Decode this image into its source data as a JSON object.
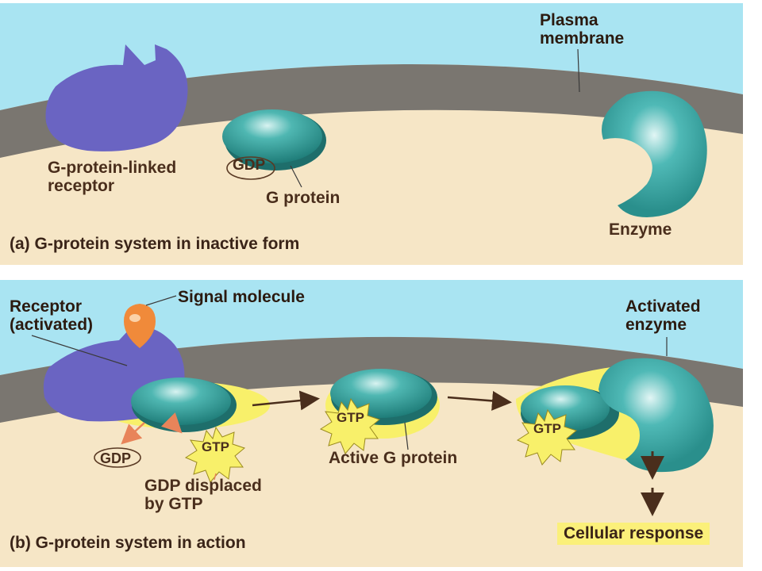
{
  "panel_a": {
    "plasma_membrane": "Plasma\nmembrane",
    "receptor": "G-protein-linked\nreceptor",
    "gdp": "GDP",
    "g_protein": "G protein",
    "enzyme": "Enzyme",
    "caption": "(a) G-protein system in inactive form"
  },
  "panel_b": {
    "receptor": "Receptor\n(activated)",
    "signal_molecule": "Signal molecule",
    "activated_enzyme": "Activated\nenzyme",
    "gdp": "GDP",
    "gtp_displacing": "GTP",
    "gtp_active": "GTP",
    "gtp_enzyme": "GTP",
    "gdp_displaced": "GDP displaced\nby GTP",
    "active_g_protein": "Active G protein",
    "cellular_response": "Cellular response",
    "caption": "(b) G-protein system in action"
  },
  "colors": {
    "extracellular": "#a9e4f2",
    "membrane": "#7a7670",
    "cytoplasm": "#f6e6c6",
    "receptor": "#6a64c2",
    "g_protein": "#2f9c98",
    "enzyme": "#35a3a2",
    "signal_molecule": "#f08a3a",
    "gtp_burst": "#f8f06a",
    "highlight": "#fbf07a"
  }
}
